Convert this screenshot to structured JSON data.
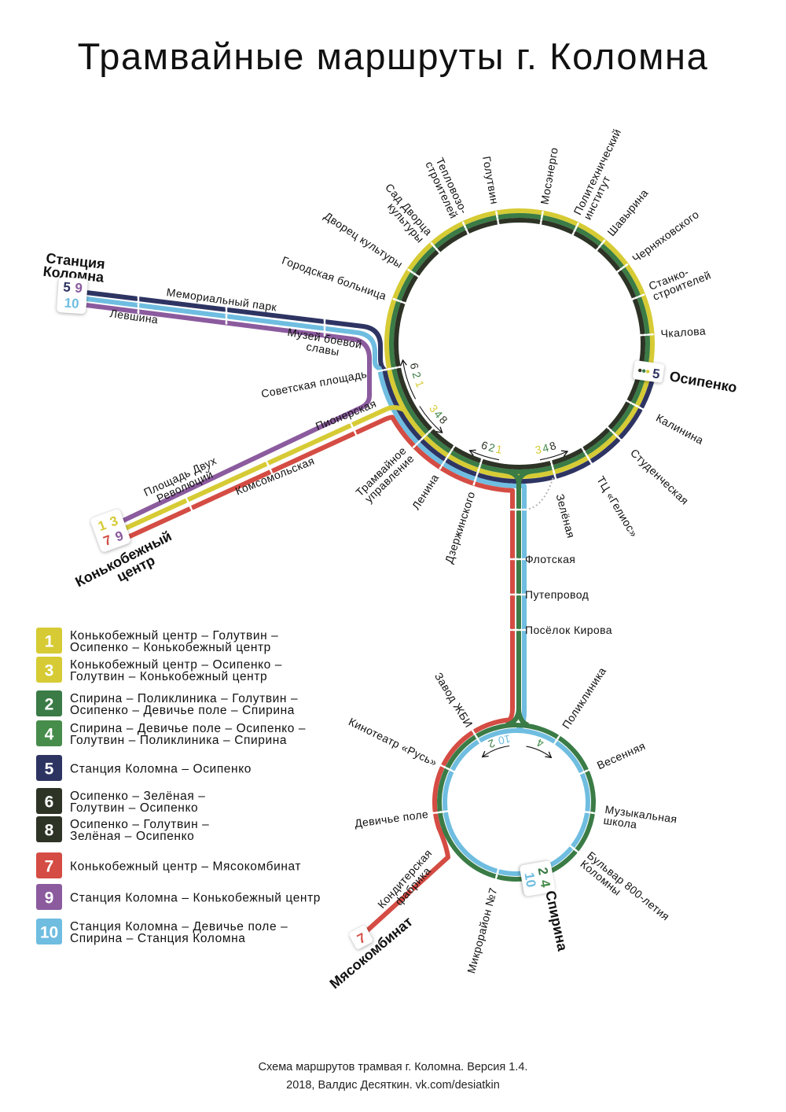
{
  "title": "Трамвайные маршруты г. Коломна",
  "colors": {
    "routes": {
      "1": "#d6cb34",
      "3": "#d6cb34",
      "2": "#3a7b46",
      "4": "#468c4a",
      "5": "#2e3462",
      "6": "#2d3325",
      "8": "#2d3325",
      "7": "#d44c43",
      "9": "#8b5b9e",
      "10": "#6fbde0"
    },
    "ticks_gray": "#b5b5b5"
  },
  "top_ring": {
    "stations": [
      {
        "lines": [
          "Городская больница"
        ]
      },
      {
        "lines": [
          "Дворец культуры"
        ]
      },
      {
        "lines": [
          "Сад Дворца",
          "культуры"
        ]
      },
      {
        "lines": [
          "Тепловозо-",
          "строителей"
        ]
      },
      {
        "lines": [
          "Голутвин"
        ]
      },
      {
        "lines": [
          "Мосэнерго"
        ]
      },
      {
        "lines": [
          "Политехнический",
          "институт"
        ]
      },
      {
        "lines": [
          "Шавырина"
        ]
      },
      {
        "lines": [
          "Черняховского"
        ]
      },
      {
        "lines": [
          "Станко-",
          "строителей"
        ]
      },
      {
        "lines": [
          "Чкалова"
        ]
      },
      {
        "lines": [
          "Калинина"
        ]
      },
      {
        "lines": [
          "Студенческая"
        ]
      },
      {
        "lines": [
          "ТЦ «Гелиос»"
        ]
      },
      {
        "lines": [
          "Зелёная"
        ]
      },
      {
        "lines": [
          "Дзержинского"
        ]
      },
      {
        "lines": [
          "Ленина"
        ]
      },
      {
        "lines": [
          "Трамвайное",
          "управление"
        ]
      },
      {
        "lines": [
          "Советская площадь"
        ]
      }
    ]
  },
  "left_line": {
    "stations": [
      {
        "lines": [
          "Левшина"
        ]
      },
      {
        "lines": [
          "Мемориальный парк"
        ]
      },
      {
        "lines": [
          "Музей боевой",
          "славы"
        ]
      }
    ]
  },
  "southwest_line": {
    "stations": [
      {
        "lines": [
          "Площадь Двух",
          "Революций"
        ]
      },
      {
        "lines": [
          "Комсомольская"
        ]
      },
      {
        "lines": [
          "Пионерская"
        ]
      }
    ]
  },
  "trunk": {
    "stations": [
      "Флотская",
      "Путепровод",
      "Посёлок Кирова"
    ]
  },
  "bottom_ring": {
    "stations": [
      {
        "lines": [
          "Завод ЖБИ"
        ]
      },
      {
        "lines": [
          "Поликлиника"
        ]
      },
      {
        "lines": [
          "Кинотеатр «Русь»"
        ]
      },
      {
        "lines": [
          "Весенняя"
        ]
      },
      {
        "lines": [
          "Девичье поле"
        ]
      },
      {
        "lines": [
          "Музыкальная",
          "школа"
        ]
      },
      {
        "lines": [
          "Бульвар 800-летия",
          "Коломны"
        ]
      },
      {
        "lines": [
          "Микрорайон №7"
        ]
      }
    ]
  },
  "red_branch": {
    "stations": [
      {
        "lines": [
          "Кондитерская",
          "фабрика"
        ]
      }
    ]
  },
  "terminals": {
    "stantsiya_kolomna": {
      "lines": [
        "Станция",
        "Коломна"
      ],
      "routes": [
        "5",
        "9",
        "10"
      ]
    },
    "konkobezhny": {
      "lines": [
        "Конькобежный",
        "центр"
      ],
      "routes": [
        "1",
        "3",
        "7",
        "9"
      ]
    },
    "osipenko": {
      "lines": [
        "Осипенко"
      ],
      "routes": [
        "5"
      ]
    },
    "spirina": {
      "lines": [
        "Спирина"
      ],
      "routes": [
        "2",
        "4",
        "10"
      ]
    },
    "myasokombinat": {
      "lines": [
        "Мясокомбинат"
      ],
      "routes": [
        "7"
      ]
    }
  },
  "direction_arrows": {
    "top_left": [
      [
        "6",
        "2",
        "1"
      ],
      [
        "3",
        "4",
        "8"
      ]
    ],
    "top_bottom": [
      [
        "6",
        "2",
        "1"
      ],
      [
        "3",
        "4",
        "8"
      ]
    ],
    "bottom_ring": [
      [
        "2",
        "10"
      ],
      [
        "4"
      ]
    ]
  },
  "legend": [
    {
      "num": "1",
      "lines": [
        "Конькобежный центр – Голутвин –",
        "Осипенко – Конькобежный центр"
      ]
    },
    {
      "num": "3",
      "lines": [
        "Конькобежный центр – Осипенко –",
        "Голутвин – Конькобежный центр"
      ]
    },
    {
      "num": "2",
      "lines": [
        "Спирина – Поликлиника – Голутвин –",
        "Осипенко – Девичье поле – Спирина"
      ]
    },
    {
      "num": "4",
      "lines": [
        "Спирина – Девичье поле – Осипенко –",
        "Голутвин – Поликлиника – Спирина"
      ]
    },
    {
      "num": "5",
      "lines": [
        "Станция Коломна – Осипенко"
      ]
    },
    {
      "num": "6",
      "lines": [
        "Осипенко – Зелёная –",
        "Голутвин – Осипенко"
      ]
    },
    {
      "num": "8",
      "lines": [
        "Осипенко – Голутвин –",
        "Зелёная – Осипенко"
      ]
    },
    {
      "num": "7",
      "lines": [
        "Конькобежный центр – Мясокомбинат"
      ]
    },
    {
      "num": "9",
      "lines": [
        "Станция Коломна – Конькобежный центр"
      ]
    },
    {
      "num": "10",
      "lines": [
        "Станция Коломна – Девичье поле –",
        "Спирина – Станция Коломна"
      ]
    }
  ],
  "footer": [
    "Схема маршрутов трамвая г. Коломна. Версия 1.4.",
    "2018, Валдис Десяткин. vk.com/desiatkin"
  ]
}
